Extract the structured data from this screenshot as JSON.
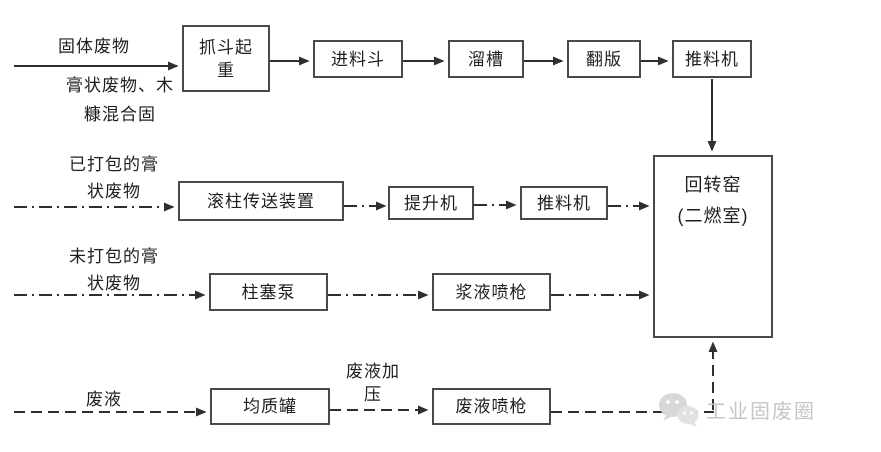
{
  "diagram_type": "flowchart",
  "colors": {
    "line": "#2f2f2f",
    "box_border": "#4a4a4a",
    "text": "#1f1f1f",
    "watermark": "#c6c6c6",
    "background": "#ffffff"
  },
  "stream_labels": {
    "solid_waste": "固体废物",
    "paste_wood_line1": "膏状废物、木",
    "paste_wood_line2": "糠混合固",
    "packed_paste_line1": "已打包的膏",
    "packed_paste_line2": "状废物",
    "unpacked_paste_line1": "未打包的膏",
    "unpacked_paste_line2": "状废物",
    "waste_liquid": "废液",
    "liquid_pressure_line1": "废液加",
    "liquid_pressure_line2": "压"
  },
  "nodes": {
    "grab_crane_line1": "抓斗起",
    "grab_crane_line2": "重",
    "feed_hopper": "进料斗",
    "chute": "溜槽",
    "flap": "翻版",
    "pusher_top": "推料机",
    "roller_conveyor": "滚柱传送装置",
    "elevator": "提升机",
    "pusher_mid": "推料机",
    "plunger_pump": "柱塞泵",
    "slurry_gun": "浆液喷枪",
    "homogenizer": "均质罐",
    "liquid_gun": "废液喷枪",
    "kiln_line1": "回转窑",
    "kiln_line2": "(二燃室)"
  },
  "flows": [
    {
      "stream": "固体废物 / 膏状废物、木糠混合固",
      "style": "solid",
      "path": [
        "抓斗起重",
        "进料斗",
        "溜槽",
        "翻版",
        "推料机",
        "回转窑(二燃室)"
      ]
    },
    {
      "stream": "已打包的膏状废物",
      "style": "dash-dot",
      "path": [
        "滚柱传送装置",
        "提升机",
        "推料机",
        "回转窑(二燃室)"
      ]
    },
    {
      "stream": "未打包的膏状废物",
      "style": "dash-dot",
      "path": [
        "柱塞泵",
        "浆液喷枪",
        "回转窑(二燃室)"
      ]
    },
    {
      "stream": "废液",
      "style": "dashed",
      "path": [
        "均质罐",
        "废液加压",
        "废液喷枪",
        "回转窑(二燃室)"
      ]
    }
  ],
  "watermark": {
    "icon": "wechat-icon",
    "text": "工业固废圈"
  }
}
